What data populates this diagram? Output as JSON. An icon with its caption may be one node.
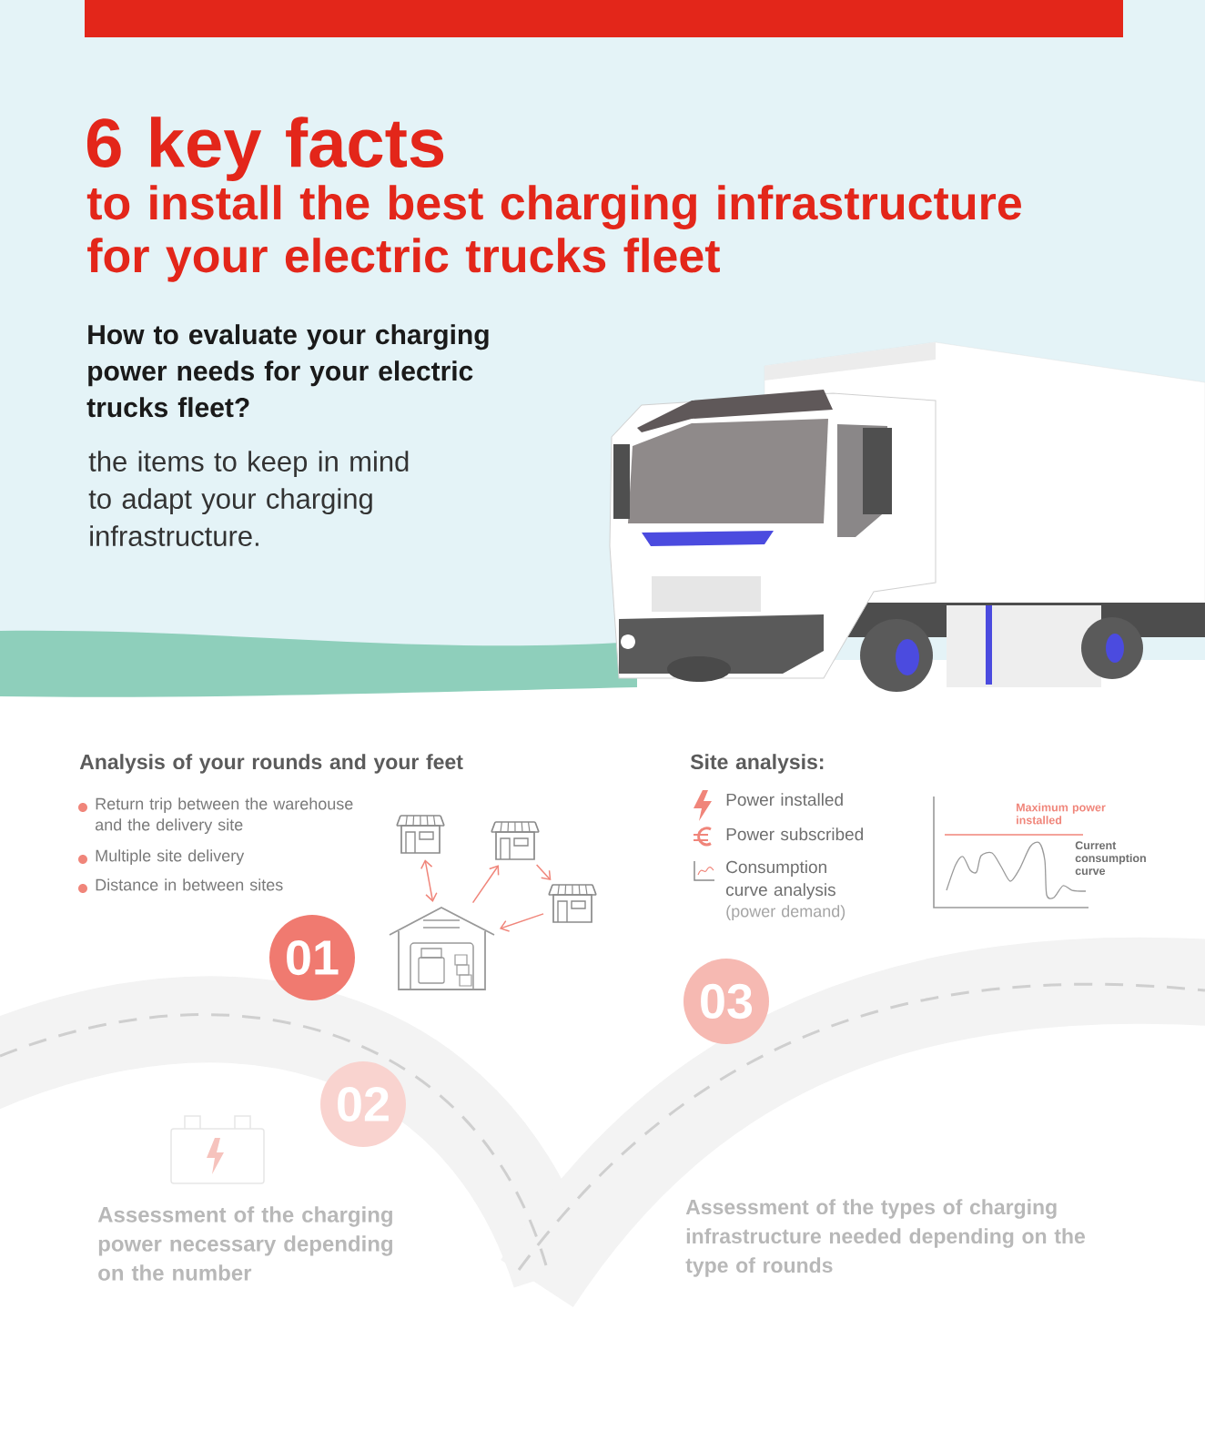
{
  "diagram": {
    "nodes": [
      {
        "text": [],
        "shape": "picture"
      },
      {
        "text": [],
        "shape": "picture"
      },
      {
        "text": [],
        "shape": "picture"
      },
      {
        "text": [],
        "shape": "picture"
      },
      {
        "text": [
          "01"
        ]
      },
      {
        "text": [
          "02"
        ]
      },
      {
        "text": [
          "03"
        ]
      }
    ],
    "edges": [
      {
        "from": 1,
        "to": 0,
        "arrow": "both"
      },
      {
        "from": 0,
        "to": 2,
        "arrow": "to"
      },
      {
        "from": 2,
        "to": 3,
        "arrow": "to"
      },
      {
        "from": 3,
        "to": 0,
        "arrow": "to"
      }
    ],
    "labels": [
      "6 key facts",
      "to install the best charging infrastructure for your electric trucks fleet",
      "How to evaluate your charging power needs for your electric trucks fleet?",
      "the items to keep in mind to adapt your charging infrastructure.",
      "Analysis of your rounds and your feet",
      "Return trip between the warehouse and the delivery site",
      "Multiple site delivery",
      "Distance in between sites",
      "Site analysis:",
      "Power installed",
      "Power subscribed",
      "Consumption curve analysis",
      "(power demand)",
      "Maximum power installed",
      "Current consumption curve",
      "Assessment of the charging power necessary depending on the number",
      "Assessment of the types of charging infrastructure needed depending on the type of rounds"
    ]
  }
}
